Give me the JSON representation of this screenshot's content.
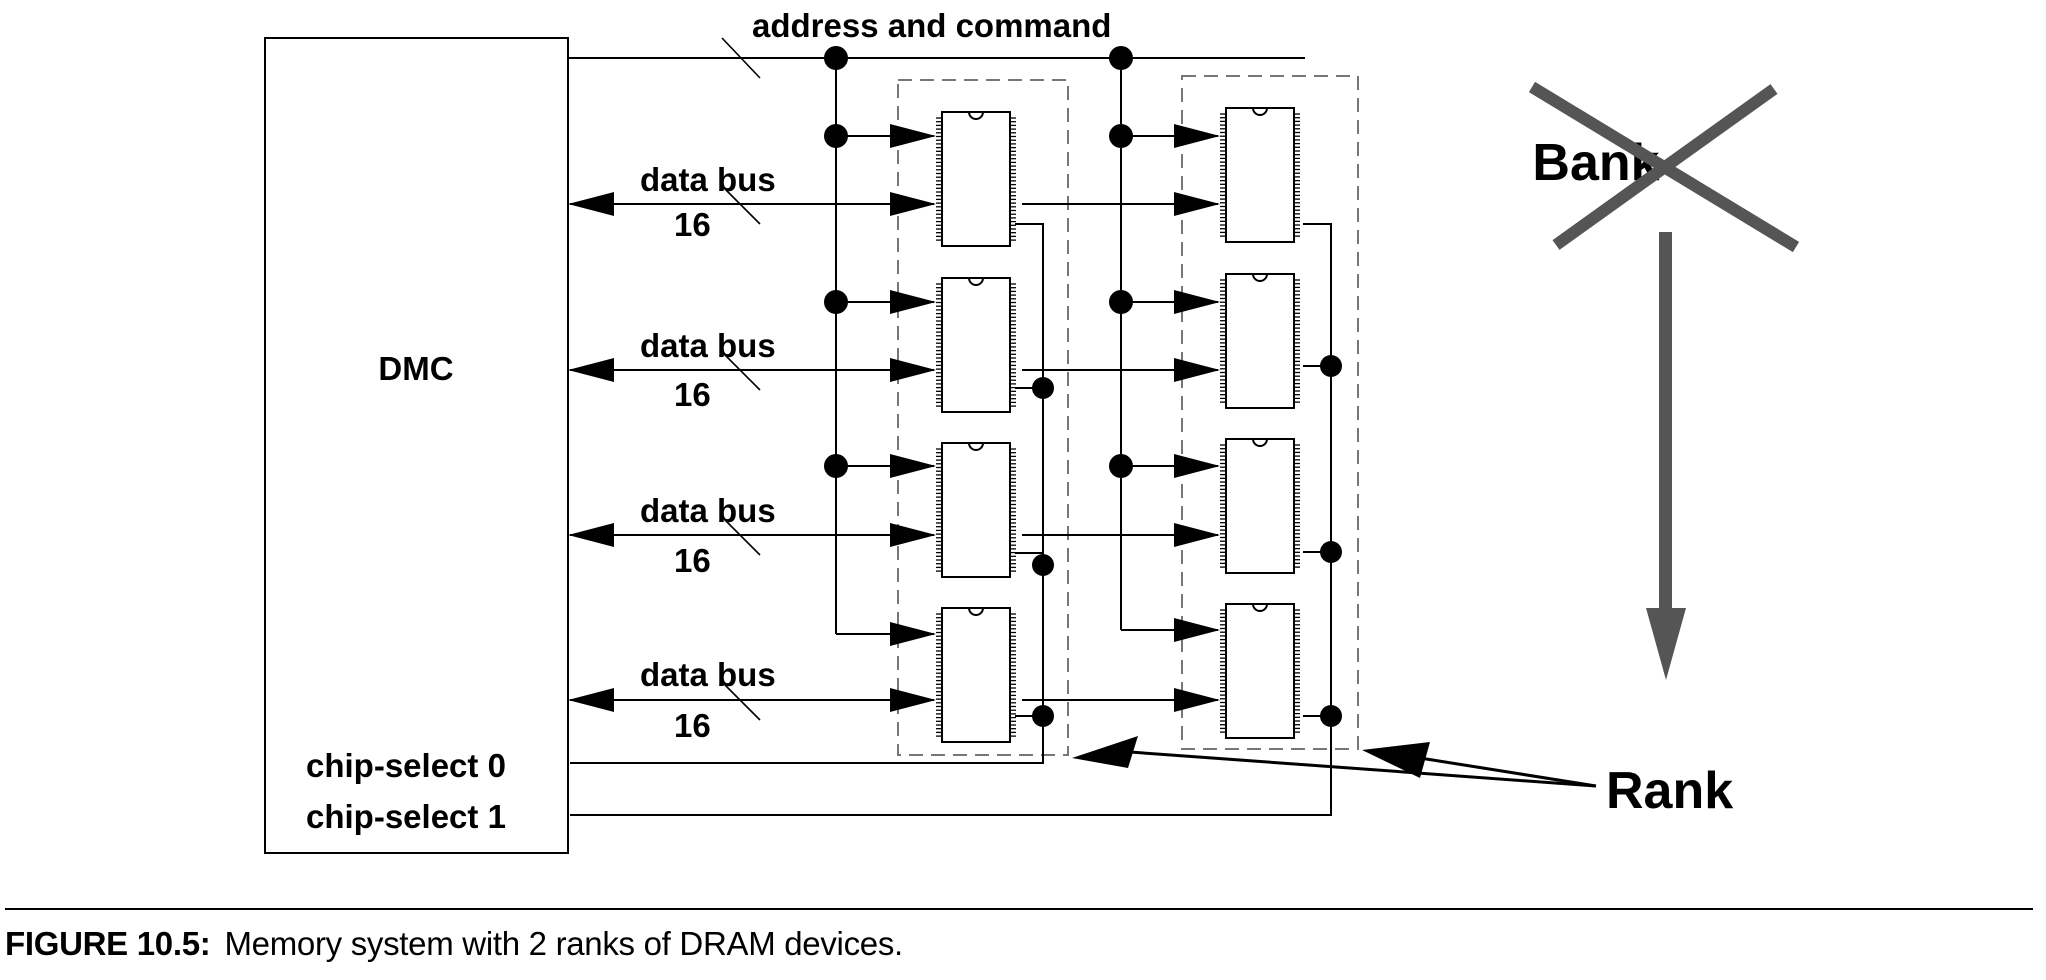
{
  "diagram": {
    "address_bus_label": "address and command",
    "controller_label": "DMC",
    "data_bus_label": "data bus",
    "data_bus_width": "16",
    "chip_select_0": "chip-select 0",
    "chip_select_1": "chip-select 1",
    "bank_label": "Bank",
    "rank_label": "Rank",
    "rank_count": 2,
    "devices_per_rank": 4
  },
  "caption": {
    "figure": "FIGURE 10.5:",
    "text": "Memory system with 2 ranks of DRAM devices."
  }
}
